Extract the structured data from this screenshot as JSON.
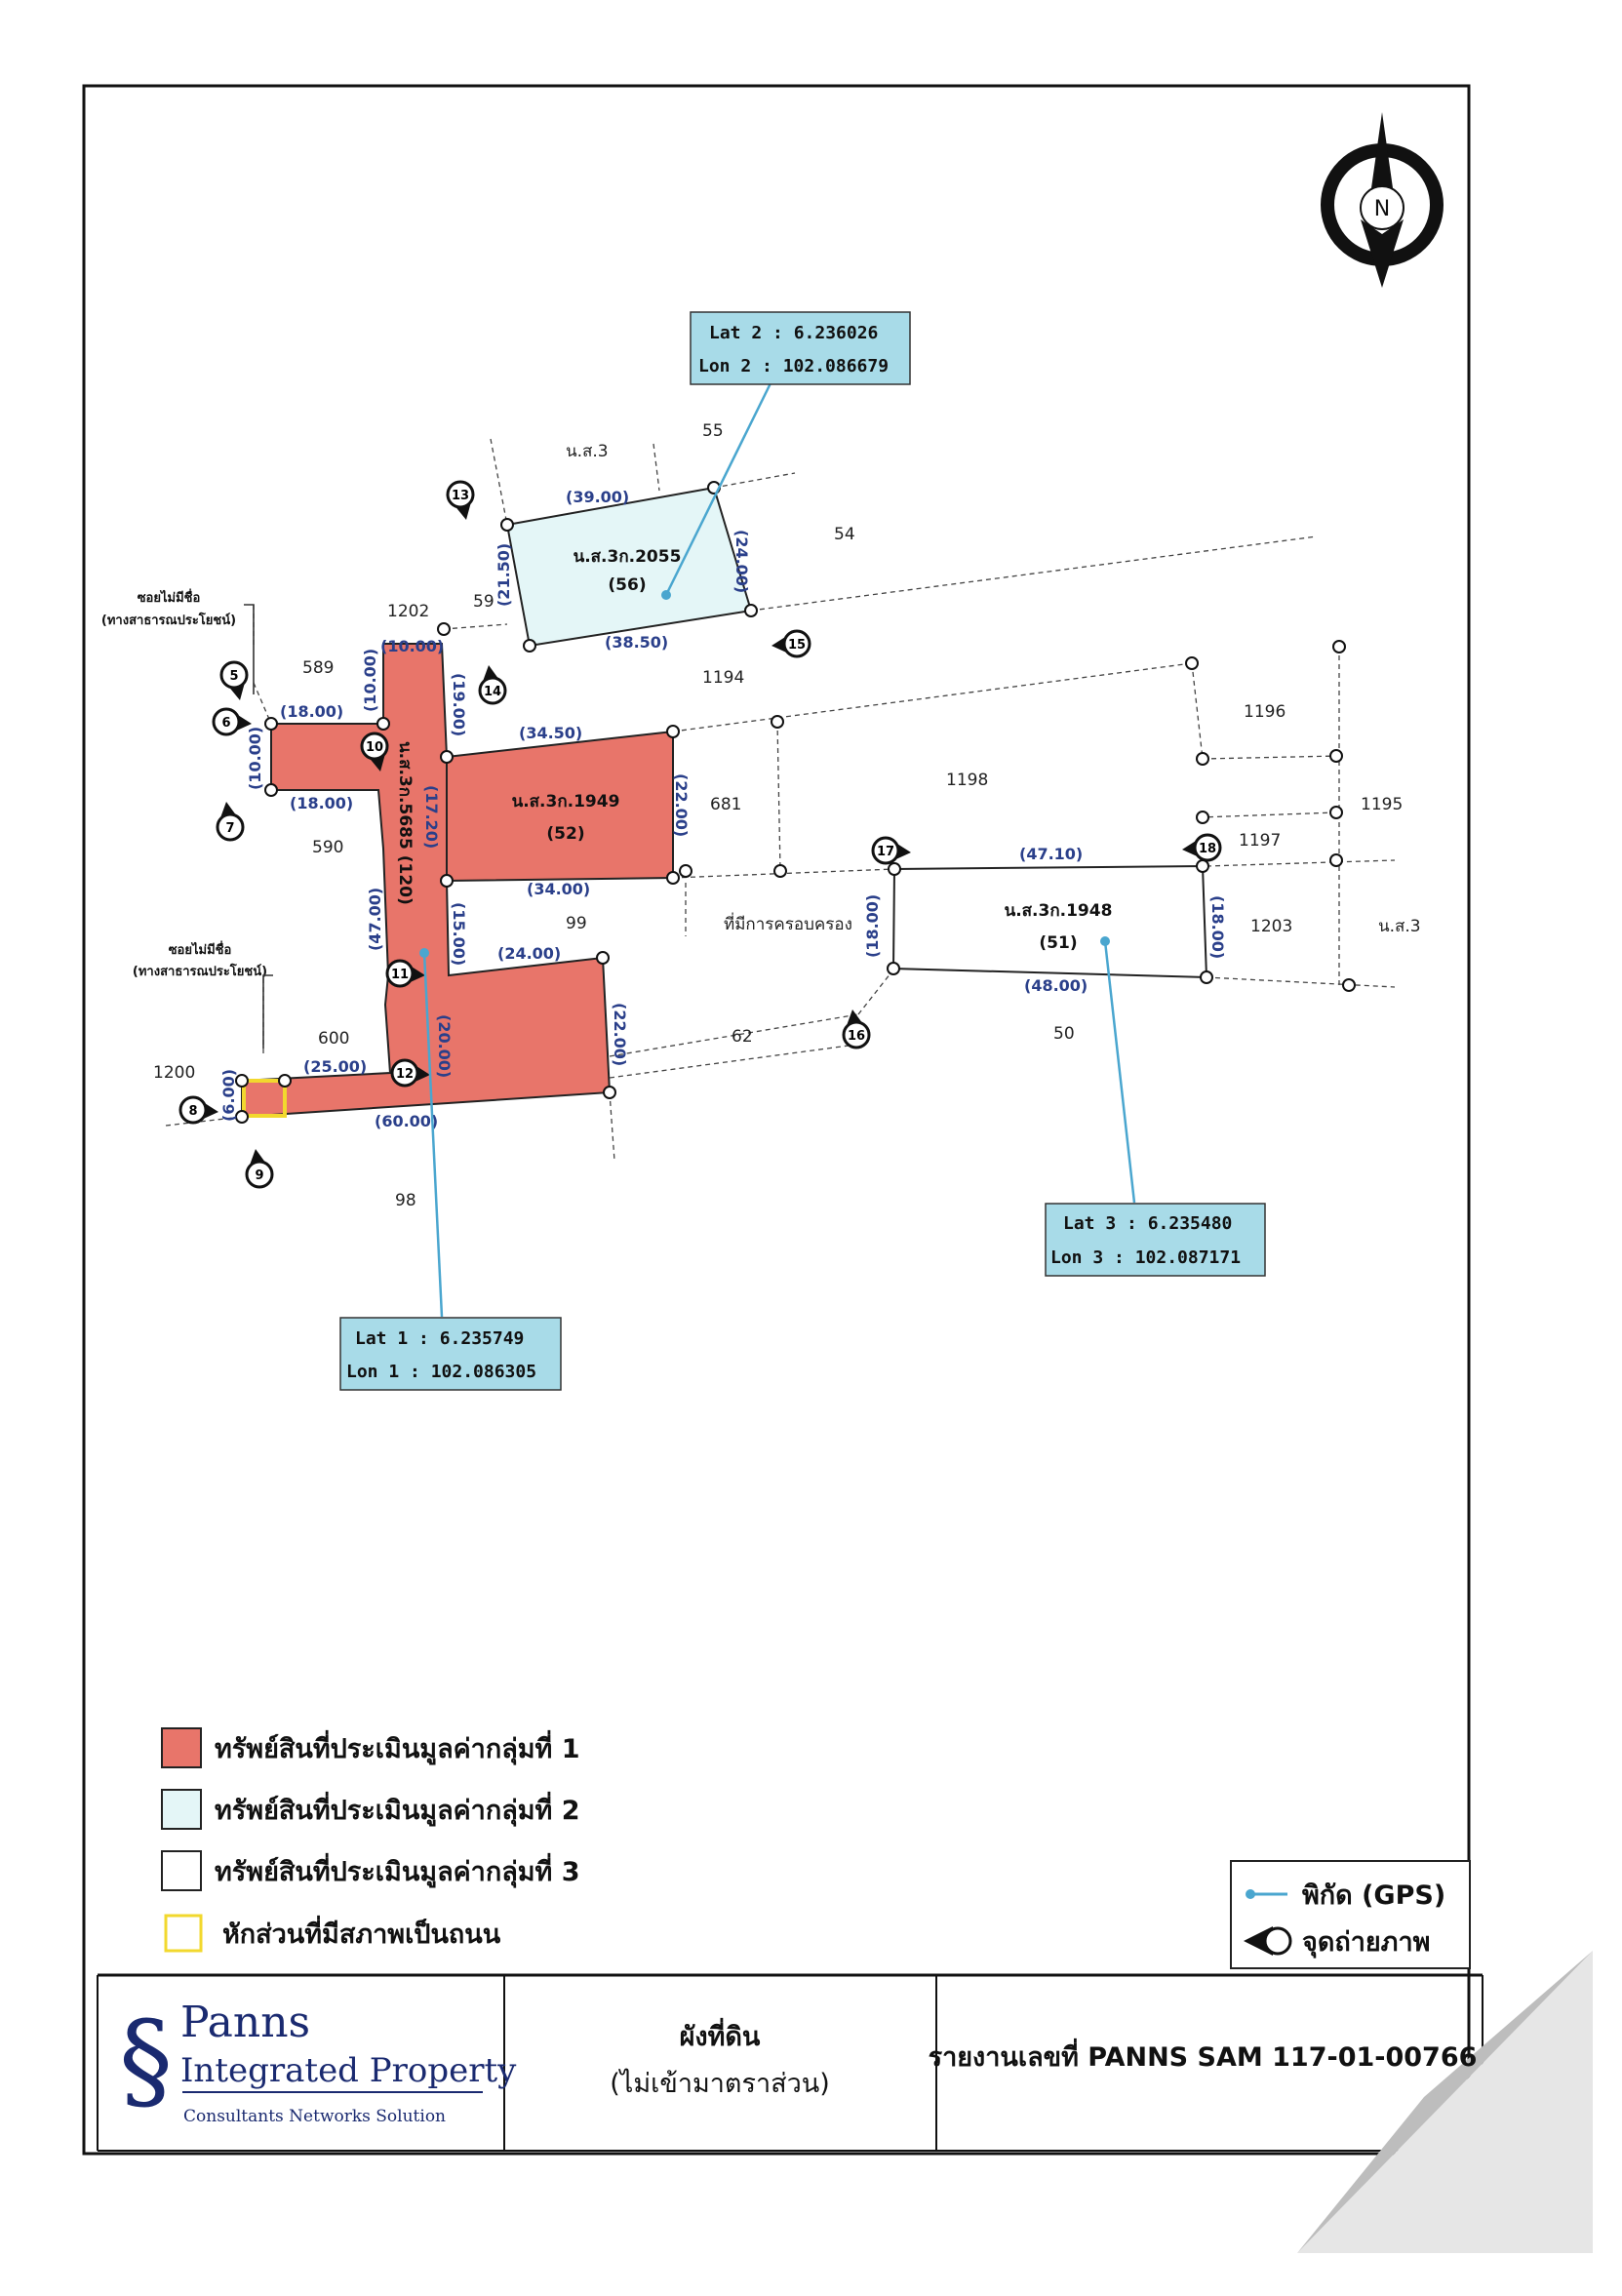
{
  "compass": {
    "label": "N"
  },
  "gps_boxes": [
    {
      "lat": "Lat 2 :  6.236026",
      "lon": "Lon 2 : 102.086679"
    },
    {
      "lat": "Lat 1 :  6.235749",
      "lon": "Lon 1 : 102.086305"
    },
    {
      "lat": "Lat 3 : 6.235480",
      "lon": "Lon 3 : 102.087171"
    }
  ],
  "parcels": {
    "p1949": {
      "deed": "น.ส.3ก.1949",
      "num": "(52)"
    },
    "p5685": {
      "deed": "น.ส.3ก.5685 (120)"
    },
    "p2055": {
      "deed": "น.ส.3ก.2055",
      "num": "(56)"
    },
    "p1948": {
      "deed": "น.ส.3ก.1948",
      "num": "(51)"
    }
  },
  "neighbor_labels": {
    "ns3_top": "น.ส.3",
    "n55": "55",
    "n54": "54",
    "n1202": "1202",
    "n59": "59",
    "n589": "589",
    "n1194": "1194",
    "n1196": "1196",
    "n1198": "1198",
    "n1195": "1195",
    "n681": "681",
    "n590": "590",
    "n1197": "1197",
    "n99": "99",
    "occupied": "ที่มีการครอบครอง",
    "n1203": "1203",
    "ns3_right": "น.ส.3",
    "n600": "600",
    "n62": "62",
    "n50": "50",
    "n1200": "1200",
    "n98": "98"
  },
  "road_notes": [
    {
      "line1": "ซอยไม่มีชื่อ",
      "line2": "(ทางสาธารณประโยชน์)"
    },
    {
      "line1": "ซอยไม่มีชื่อ",
      "line2": "(ทางสาธารณประโยชน์)"
    }
  ],
  "dimensions": {
    "d39": "(39.00)",
    "d24a": "(24.00)",
    "d2150": "(21.50)",
    "d3850": "(38.50)",
    "d10top": "(10.00)",
    "d10v": "(10.00)",
    "d19": "(19.00)",
    "d18top": "(18.00)",
    "d10left": "(10.00)",
    "d18bot": "(18.00)",
    "d3450": "(34.50)",
    "d1720": "(17.20)",
    "d22a": "(22.00)",
    "d34": "(34.00)",
    "d47": "(47.00)",
    "d15": "(15.00)",
    "d24b": "(24.00)",
    "d20": "(20.00)",
    "d22b": "(22.00)",
    "d25": "(25.00)",
    "d6": "(6.00)",
    "d60": "(60.00)",
    "d4710": "(47.10)",
    "d18c": "(18.00)",
    "d18d": "(18.00)",
    "d48": "(48.00)"
  },
  "photo_points": [
    "5",
    "6",
    "7",
    "8",
    "9",
    "10",
    "11",
    "12",
    "13",
    "14",
    "15",
    "16",
    "17",
    "18"
  ],
  "legend": {
    "group1": "ทรัพย์สินที่ประเมินมูลค่ากลุ่มที่ 1",
    "group2": "ทรัพย์สินที่ประเมินมูลค่ากลุ่มที่ 2",
    "group3": "ทรัพย์สินที่ประเมินมูลค่ากลุ่มที่ 3",
    "road": "หักส่วนที่มีสภาพเป็นถนน",
    "gps": "พิกัด (GPS)",
    "photo": "จุดถ่ายภาพ"
  },
  "footer": {
    "brand_name": "Panns",
    "brand_sub": "Integrated Property",
    "brand_tag": "Consultants Networks Solution",
    "title": "ผังที่ดิน",
    "subtitle": "(ไม่เข้ามาตราส่วน)",
    "report_label": "รายงานเลขที่ PANNS SAM 117-01-00766"
  },
  "colors": {
    "group1": "#e8756a",
    "group2": "#e4f6f7",
    "group3": "#ffffff",
    "road": "#f5e05a",
    "gps_box": "#a8dbe8",
    "gps_line": "#4aa6cf"
  }
}
